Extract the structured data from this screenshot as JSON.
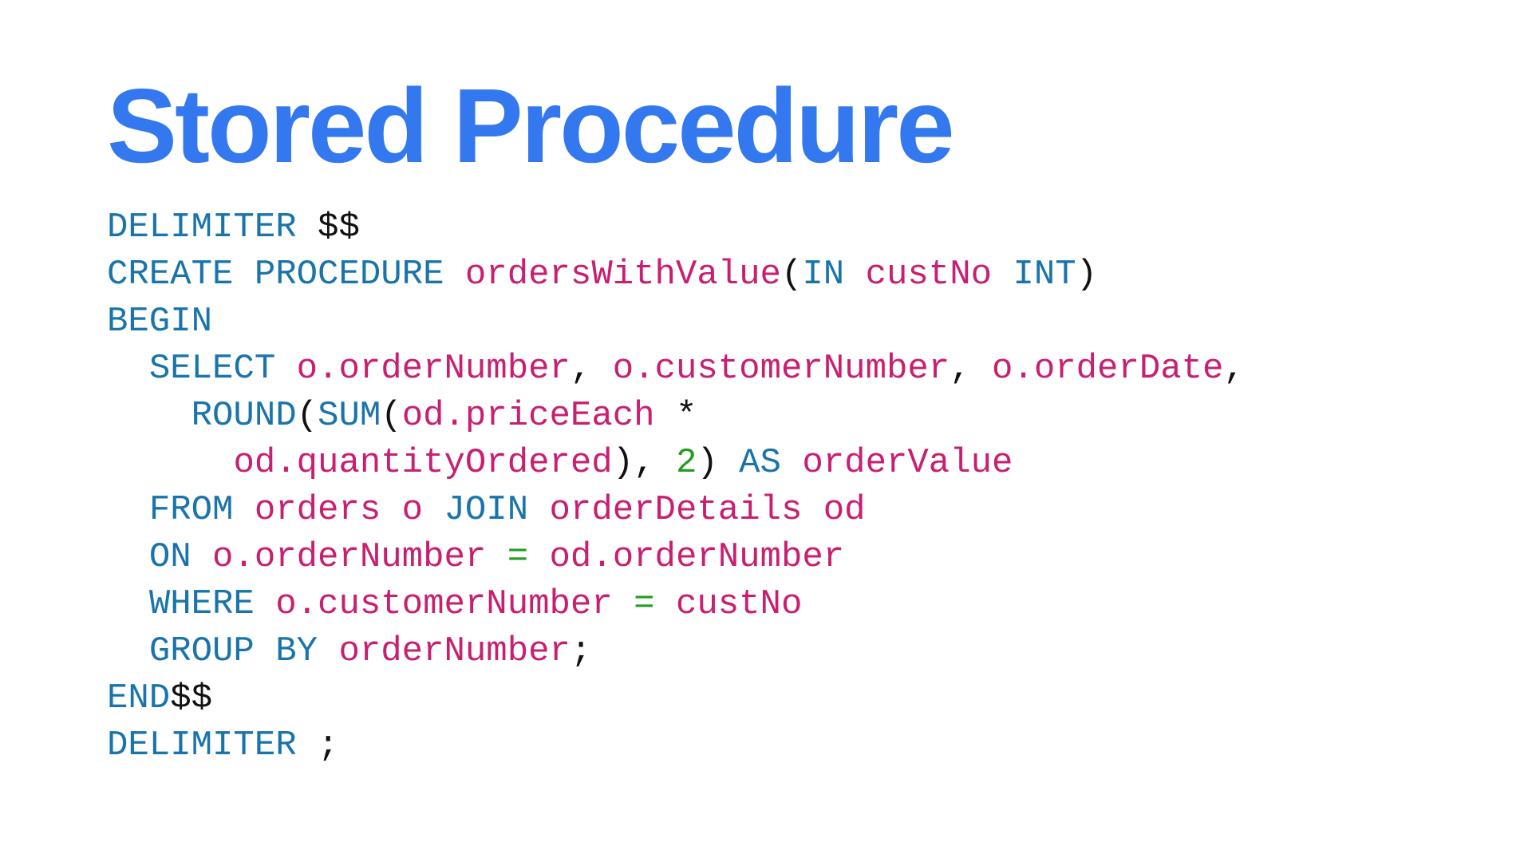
{
  "slide": {
    "title": "Stored Procedure"
  },
  "colors": {
    "title": "#3478f0",
    "keyword": "#1a74ac",
    "identifier": "#c81f70",
    "number": "#1f9e1f",
    "operator": "#1f9e1f",
    "plain": "#111111",
    "background": "#ffffff"
  },
  "code": {
    "lines": [
      [
        {
          "t": "kw",
          "s": "DELIMITER"
        },
        {
          "t": "pl",
          "s": " $$"
        }
      ],
      [
        {
          "t": "kw",
          "s": "CREATE"
        },
        {
          "t": "pl",
          "s": " "
        },
        {
          "t": "kw",
          "s": "PROCEDURE"
        },
        {
          "t": "pl",
          "s": " "
        },
        {
          "t": "id",
          "s": "ordersWithValue"
        },
        {
          "t": "pl",
          "s": "("
        },
        {
          "t": "kw",
          "s": "IN"
        },
        {
          "t": "pl",
          "s": " "
        },
        {
          "t": "id",
          "s": "custNo"
        },
        {
          "t": "pl",
          "s": " "
        },
        {
          "t": "kw",
          "s": "INT"
        },
        {
          "t": "pl",
          "s": ")"
        }
      ],
      [
        {
          "t": "kw",
          "s": "BEGIN"
        }
      ],
      [
        {
          "t": "pl",
          "s": "  "
        },
        {
          "t": "kw",
          "s": "SELECT"
        },
        {
          "t": "pl",
          "s": " "
        },
        {
          "t": "id",
          "s": "o.orderNumber"
        },
        {
          "t": "pl",
          "s": ", "
        },
        {
          "t": "id",
          "s": "o.customerNumber"
        },
        {
          "t": "pl",
          "s": ", "
        },
        {
          "t": "id",
          "s": "o.orderDate"
        },
        {
          "t": "pl",
          "s": ","
        }
      ],
      [
        {
          "t": "pl",
          "s": "    "
        },
        {
          "t": "kw",
          "s": "ROUND"
        },
        {
          "t": "pl",
          "s": "("
        },
        {
          "t": "kw",
          "s": "SUM"
        },
        {
          "t": "pl",
          "s": "("
        },
        {
          "t": "id",
          "s": "od.priceEach"
        },
        {
          "t": "pl",
          "s": " *"
        }
      ],
      [
        {
          "t": "pl",
          "s": "      "
        },
        {
          "t": "id",
          "s": "od.quantityOrdered"
        },
        {
          "t": "pl",
          "s": "), "
        },
        {
          "t": "num",
          "s": "2"
        },
        {
          "t": "pl",
          "s": ") "
        },
        {
          "t": "kw",
          "s": "AS"
        },
        {
          "t": "pl",
          "s": " "
        },
        {
          "t": "id",
          "s": "orderValue"
        }
      ],
      [
        {
          "t": "pl",
          "s": "  "
        },
        {
          "t": "kw",
          "s": "FROM"
        },
        {
          "t": "pl",
          "s": " "
        },
        {
          "t": "id",
          "s": "orders o"
        },
        {
          "t": "pl",
          "s": " "
        },
        {
          "t": "kw",
          "s": "JOIN"
        },
        {
          "t": "pl",
          "s": " "
        },
        {
          "t": "id",
          "s": "orderDetails od"
        }
      ],
      [
        {
          "t": "pl",
          "s": "  "
        },
        {
          "t": "kw",
          "s": "ON"
        },
        {
          "t": "pl",
          "s": " "
        },
        {
          "t": "id",
          "s": "o.orderNumber"
        },
        {
          "t": "pl",
          "s": " "
        },
        {
          "t": "op",
          "s": "="
        },
        {
          "t": "pl",
          "s": " "
        },
        {
          "t": "id",
          "s": "od.orderNumber"
        }
      ],
      [
        {
          "t": "pl",
          "s": "  "
        },
        {
          "t": "kw",
          "s": "WHERE"
        },
        {
          "t": "pl",
          "s": " "
        },
        {
          "t": "id",
          "s": "o.customerNumber"
        },
        {
          "t": "pl",
          "s": " "
        },
        {
          "t": "op",
          "s": "="
        },
        {
          "t": "pl",
          "s": " "
        },
        {
          "t": "id",
          "s": "custNo"
        }
      ],
      [
        {
          "t": "pl",
          "s": "  "
        },
        {
          "t": "kw",
          "s": "GROUP BY"
        },
        {
          "t": "pl",
          "s": " "
        },
        {
          "t": "id",
          "s": "orderNumber"
        },
        {
          "t": "pl",
          "s": ";"
        }
      ],
      [
        {
          "t": "kw",
          "s": "END"
        },
        {
          "t": "pl",
          "s": "$$"
        }
      ],
      [
        {
          "t": "kw",
          "s": "DELIMITER"
        },
        {
          "t": "pl",
          "s": " ;"
        }
      ]
    ]
  }
}
